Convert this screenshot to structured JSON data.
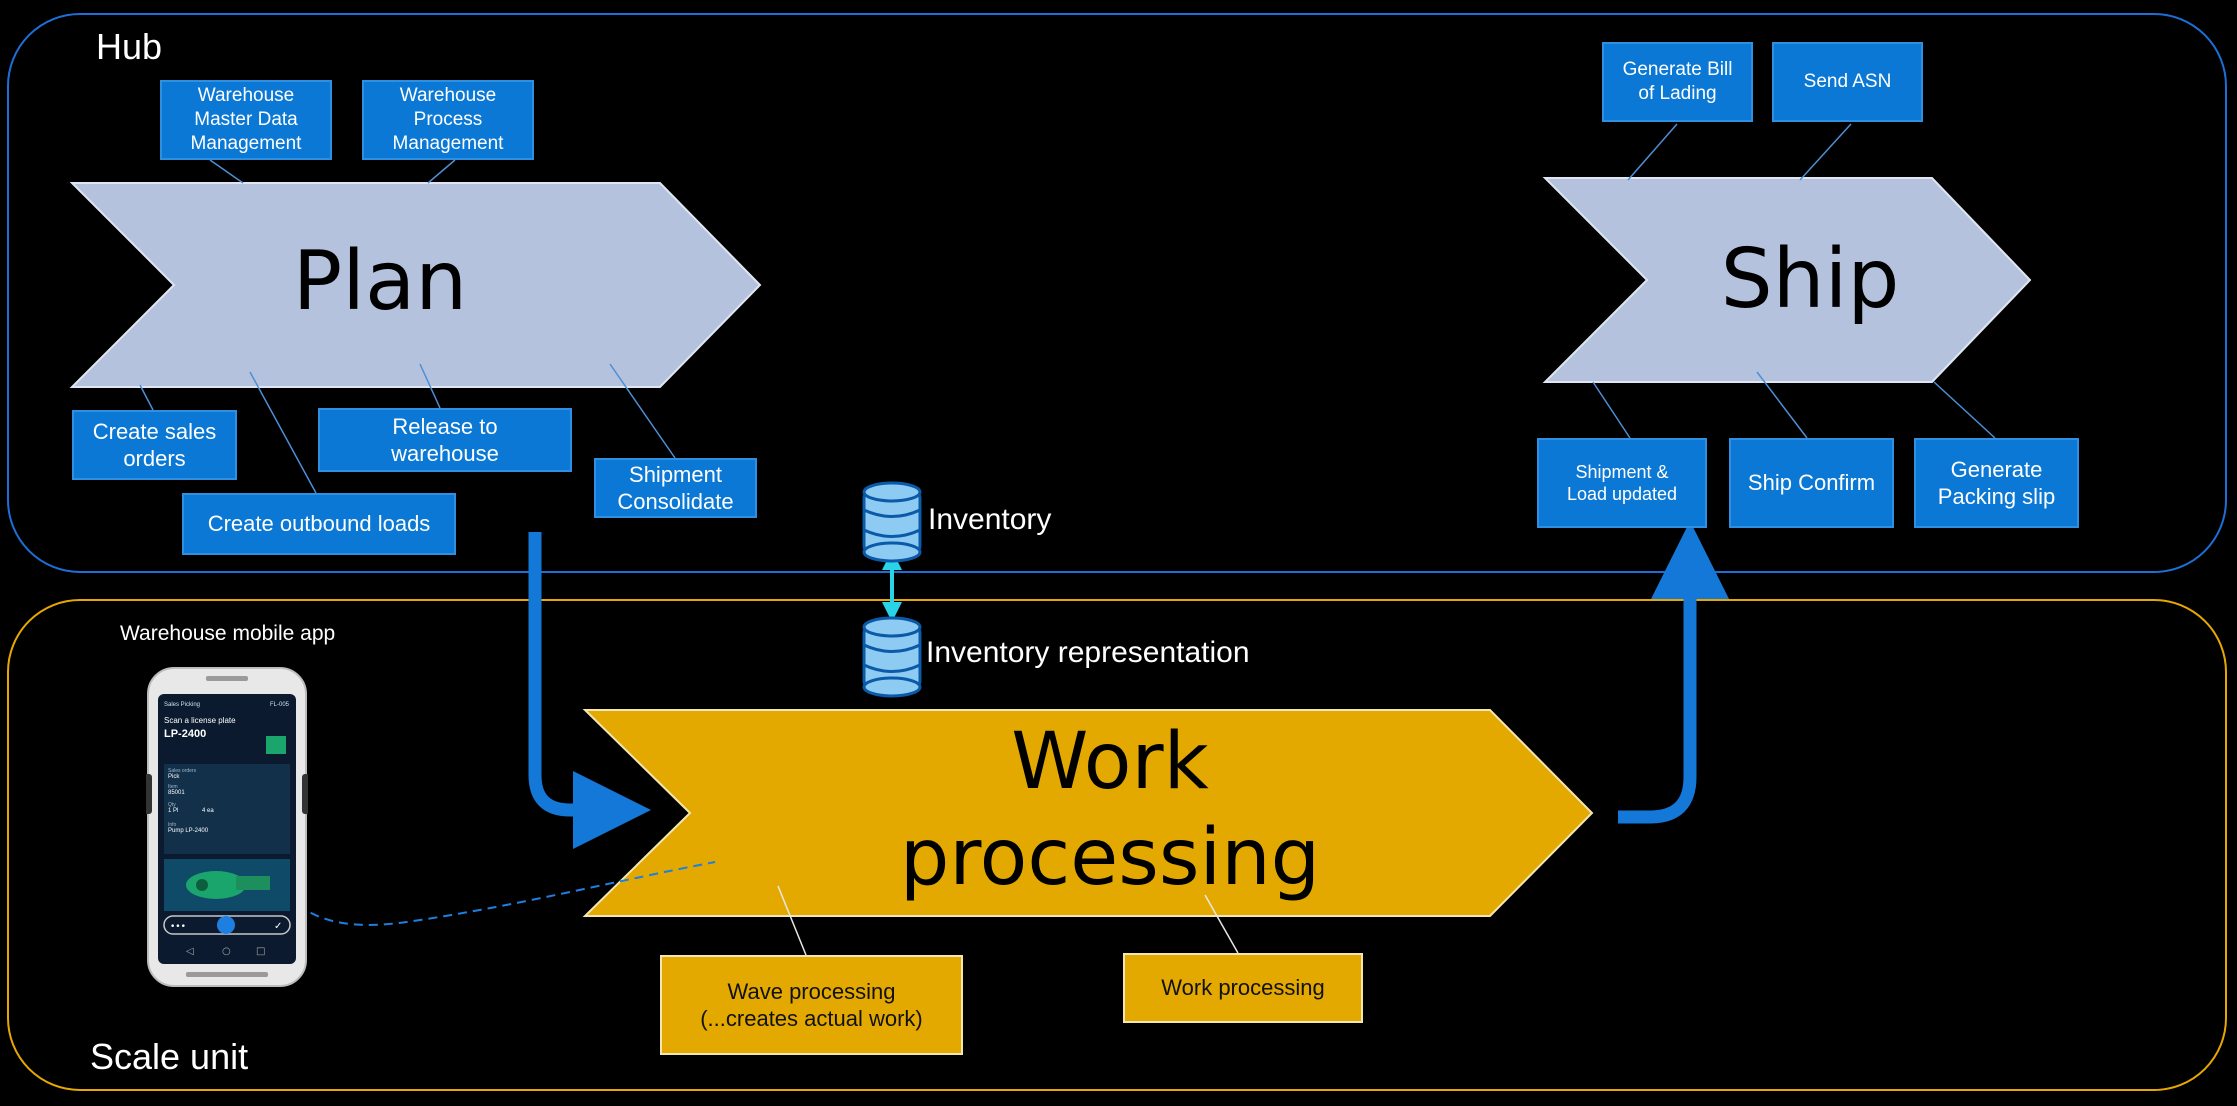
{
  "regions": {
    "hub_label": "Hub",
    "scale_unit_label": "Scale unit"
  },
  "stages": {
    "plan": "Plan",
    "ship": "Ship",
    "work_processing": "Work\nprocessing"
  },
  "plan_tasks": {
    "master_data": "Warehouse\nMaster Data\nManagement",
    "process_mgmt": "Warehouse\nProcess\nManagement",
    "create_sales_orders": "Create sales\norders",
    "create_outbound_loads": "Create outbound loads",
    "release_to_warehouse": "Release to\nwarehouse",
    "shipment_consolidate": "Shipment\nConsolidate"
  },
  "ship_tasks": {
    "bill_of_lading": "Generate Bill\nof Lading",
    "send_asn": "Send ASN",
    "shipment_load_updated": "Shipment &\nLoad updated",
    "ship_confirm": "Ship Confirm",
    "packing_slip": "Generate\nPacking slip"
  },
  "work_tasks": {
    "wave_processing": "Wave processing\n(...creates actual work)",
    "work_processing": "Work processing"
  },
  "inventory": {
    "hub_label": "Inventory",
    "scale_unit_label": "Inventory representation"
  },
  "mobile_app": {
    "caption": "Warehouse mobile app",
    "screen_title": "Sales Picking",
    "screen_code": "FL-005",
    "prompt": "Scan a license plate",
    "plate": "LP-2400",
    "field1_label": "Sales orders",
    "field1_value": "Pick",
    "field2_label": "Item",
    "field2_value": "85001",
    "field3_label": "Qty",
    "field3_value": "1 Pl",
    "field3_extra": "4 ea",
    "field4_label": "Info",
    "field4_value": "Pump LP-2400"
  },
  "colors": {
    "hub_border": "#1d6fd6",
    "scale_border": "#e6a800",
    "chevron_light": "#b4c2dd",
    "chevron_gold": "#e3a900",
    "task_blue": "#0a78d4",
    "task_gold": "#e3a900",
    "flow_arrow": "#1478d8",
    "sync_arrow": "#2ad4e8",
    "database": "#8ecbf3"
  }
}
